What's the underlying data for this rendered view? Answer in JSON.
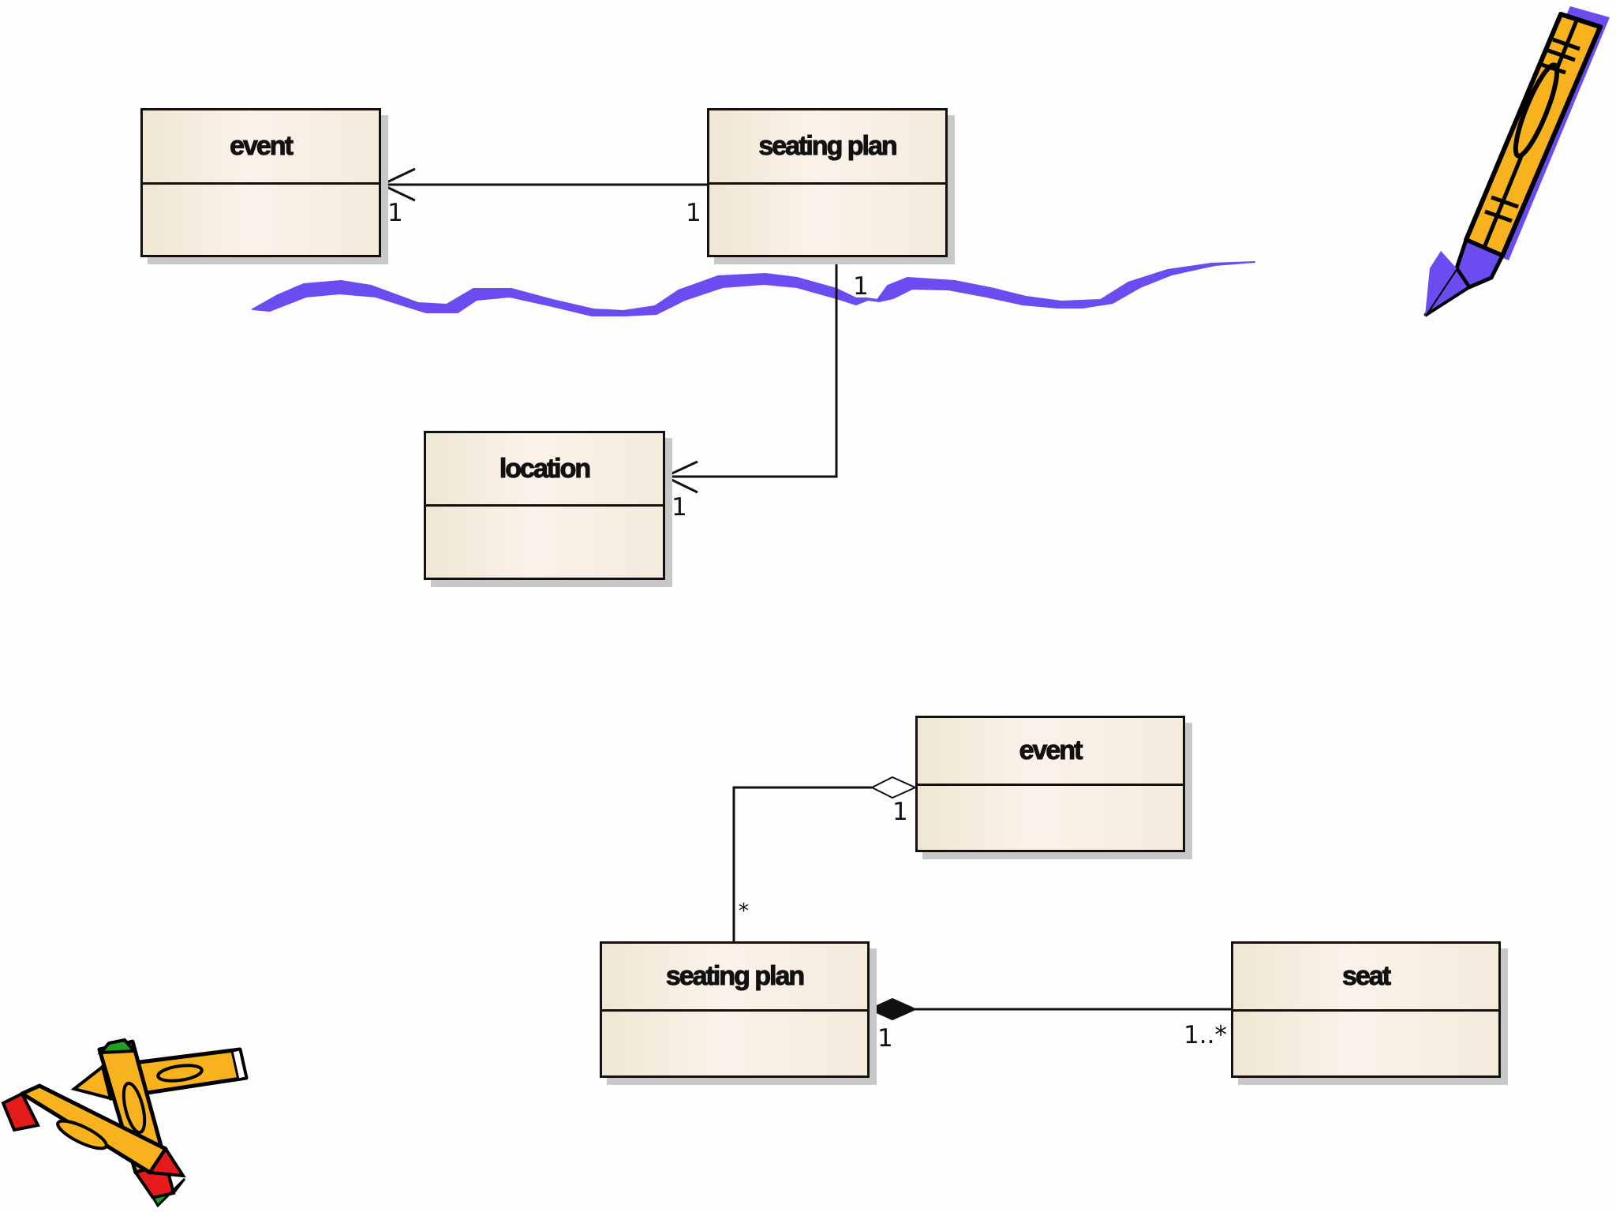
{
  "top_diagram": {
    "classes": {
      "event": "event",
      "seating_plan": "seating plan",
      "location": "location"
    },
    "multiplicities": {
      "event_end": "1",
      "seating_plan_left": "1",
      "seating_plan_bottom": "1",
      "location_end": "1"
    }
  },
  "bottom_diagram": {
    "classes": {
      "event": "event",
      "seating_plan": "seating plan",
      "seat": "seat"
    },
    "multiplicities": {
      "event_aggregation": "1",
      "seating_plan_top": "*",
      "seating_plan_composition": "1",
      "seat_end": "1..*"
    }
  },
  "colors": {
    "scribble": "#6b4cf0",
    "pencil_yellow": "#f7b21e",
    "crayon_red": "#e51b1b",
    "crayon_green": "#1f9e28"
  },
  "decorations": [
    "pencil-clipart-icon",
    "crayons-clipart-icon",
    "scribble-divider"
  ]
}
